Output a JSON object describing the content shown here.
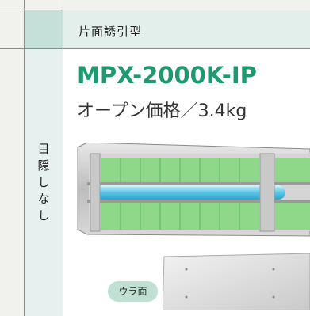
{
  "header": {
    "type_label": "片面誘引型"
  },
  "side": {
    "label_chars": [
      "目",
      "隠",
      "し",
      "な",
      "し"
    ]
  },
  "product": {
    "model": "MPX-2000K-IP",
    "price": "オープン価格／3.4kg",
    "back_badge": "ウラ面"
  },
  "colors": {
    "accent": "#1f9a6e",
    "header_tint": "#c4e0d9",
    "badge": "#bfe0d3"
  }
}
